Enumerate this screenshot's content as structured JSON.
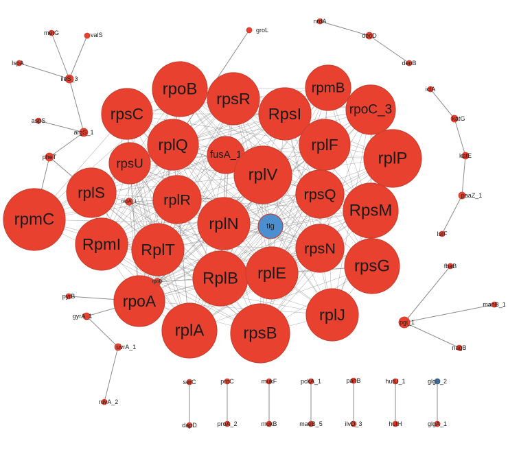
{
  "colors": {
    "hub": "#e8412f",
    "tig": "#4c8fd0",
    "edge": "#8a8a8a",
    "small": "#e8412f",
    "smallBlue": "#4c8fd0"
  },
  "big_nodes": [
    {
      "id": "rpoB",
      "label": "rpoB"
    },
    {
      "id": "rpsR",
      "label": "rpsR"
    },
    {
      "id": "rpmB",
      "label": "rpmB"
    },
    {
      "id": "rpsC",
      "label": "rpsC"
    },
    {
      "id": "Rpsl",
      "label": "RpsI"
    },
    {
      "id": "rpoC_3",
      "label": "rpoC_3"
    },
    {
      "id": "rplQ",
      "label": "rplQ"
    },
    {
      "id": "fusA_1",
      "label": "fusA_1"
    },
    {
      "id": "rplF",
      "label": "rplF"
    },
    {
      "id": "rplP",
      "label": "rplP"
    },
    {
      "id": "rpsU",
      "label": "rpsU"
    },
    {
      "id": "rplV",
      "label": "rplV"
    },
    {
      "id": "rplS",
      "label": "rplS"
    },
    {
      "id": "rplR",
      "label": "rplR"
    },
    {
      "id": "rpsQ",
      "label": "rpsQ"
    },
    {
      "id": "RpsM",
      "label": "RpsM"
    },
    {
      "id": "rpmC",
      "label": "rpmC"
    },
    {
      "id": "rplN",
      "label": "rplN"
    },
    {
      "id": "tig",
      "label": "tig",
      "blue": true
    },
    {
      "id": "RpmI",
      "label": "RpmI"
    },
    {
      "id": "RplT",
      "label": "RplT"
    },
    {
      "id": "rpsN",
      "label": "rpsN"
    },
    {
      "id": "rpsG",
      "label": "rpsG"
    },
    {
      "id": "rpoA",
      "label": "rpoA"
    },
    {
      "id": "RplB",
      "label": "RplB"
    },
    {
      "id": "rplE",
      "label": "rplE"
    },
    {
      "id": "rplJ",
      "label": "rplJ"
    },
    {
      "id": "rplA",
      "label": "rplA"
    },
    {
      "id": "rpsB",
      "label": "rpsB"
    },
    {
      "id": "rapA_1",
      "label": "rapA_1"
    },
    {
      "id": "rpoD",
      "label": "rpoD"
    }
  ],
  "small_nodes": [
    {
      "id": "metG",
      "label": "metG"
    },
    {
      "id": "valS",
      "label": "valS"
    },
    {
      "id": "lspA",
      "label": "lspA"
    },
    {
      "id": "ileS_3",
      "label": "ileS_3"
    },
    {
      "id": "aspS",
      "label": "aspS"
    },
    {
      "id": "argS_1",
      "label": "argS_1"
    },
    {
      "id": "pheT",
      "label": "pheT"
    },
    {
      "id": "groL",
      "label": "groL"
    },
    {
      "id": "pyrB",
      "label": "pyrB"
    },
    {
      "id": "gyrA_1",
      "label": "gyrA_1"
    },
    {
      "id": "uvrA_1",
      "label": "uvrA_1"
    },
    {
      "id": "ruvA_2",
      "label": "ruvA_2"
    },
    {
      "id": "nrdA",
      "label": "nrdA"
    },
    {
      "id": "deoD",
      "label": "deoD"
    },
    {
      "id": "deoB",
      "label": "deoB"
    },
    {
      "id": "iclA",
      "label": "iclA"
    },
    {
      "id": "katG",
      "label": "katG"
    },
    {
      "id": "katE",
      "label": "katE"
    },
    {
      "id": "paaZ_1",
      "label": "paaZ_1"
    },
    {
      "id": "lsrF",
      "label": "lsrF"
    },
    {
      "id": "fbaB",
      "label": "fbaB"
    },
    {
      "id": "manB_1",
      "label": "manB_1"
    },
    {
      "id": "pgi_1",
      "label": "pgi_1"
    },
    {
      "id": "nagB",
      "label": "nagB"
    },
    {
      "id": "serC",
      "label": "serC"
    },
    {
      "id": "dapD",
      "label": "dapD"
    },
    {
      "id": "proC",
      "label": "proC"
    },
    {
      "id": "proA_2",
      "label": "proA_2"
    },
    {
      "id": "mukF",
      "label": "mukF"
    },
    {
      "id": "mukB",
      "label": "mukB"
    },
    {
      "id": "pckA_1",
      "label": "pckA_1"
    },
    {
      "id": "maeB_5",
      "label": "maeB_5"
    },
    {
      "id": "panB",
      "label": "panB"
    },
    {
      "id": "ilvD_3",
      "label": "ilvD_3"
    },
    {
      "id": "hutU_1",
      "label": "hutU_1"
    },
    {
      "id": "hutH",
      "label": "hutH"
    },
    {
      "id": "glgB_2",
      "label": "glgB_2",
      "blue": true
    },
    {
      "id": "glgA_1",
      "label": "glgA_1"
    }
  ],
  "edges": [
    [
      "metG",
      "ileS_3"
    ],
    [
      "valS",
      "ileS_3"
    ],
    [
      "lspA",
      "ileS_3"
    ],
    [
      "ileS_3",
      "argS_1"
    ],
    [
      "aspS",
      "argS_1"
    ],
    [
      "argS_1",
      "pheT"
    ],
    [
      "pheT",
      "rplS"
    ],
    [
      "pheT",
      "rpmC"
    ],
    [
      "groL",
      "rplQ"
    ],
    [
      "pyrB",
      "rpoA"
    ],
    [
      "gyrA_1",
      "rpoA"
    ],
    [
      "gyrA_1",
      "uvrA_1"
    ],
    [
      "uvrA_1",
      "ruvA_2"
    ],
    [
      "nrdA",
      "deoD"
    ],
    [
      "deoD",
      "deoB"
    ],
    [
      "iclA",
      "katG"
    ],
    [
      "katG",
      "katE"
    ],
    [
      "katE",
      "paaZ_1"
    ],
    [
      "paaZ_1",
      "lsrF"
    ],
    [
      "fbaB",
      "pgi_1"
    ],
    [
      "manB_1",
      "pgi_1"
    ],
    [
      "pgi_1",
      "nagB"
    ],
    [
      "serC",
      "dapD"
    ],
    [
      "proC",
      "proA_2"
    ],
    [
      "mukF",
      "mukB"
    ],
    [
      "pckA_1",
      "maeB_5"
    ],
    [
      "panB",
      "ilvD_3"
    ],
    [
      "hutU_1",
      "hutH"
    ],
    [
      "glgB_2",
      "glgA_1"
    ]
  ]
}
